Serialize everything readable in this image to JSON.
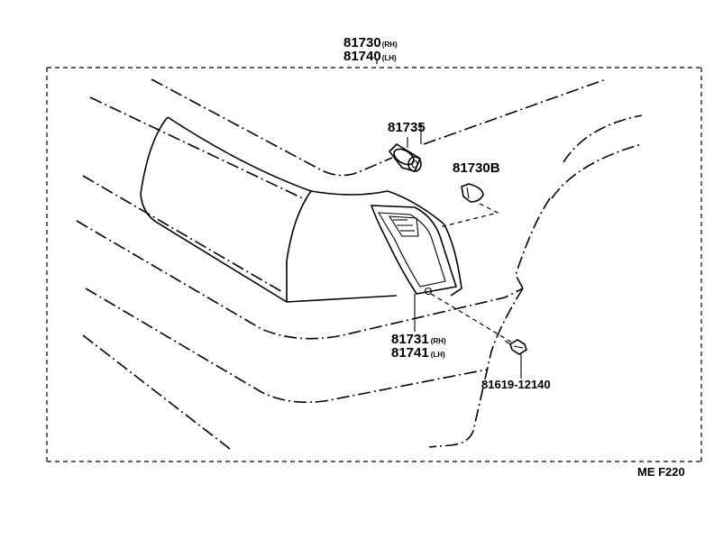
{
  "labels": {
    "assembly": {
      "code_rh": "81730",
      "tag_rh": "(RH)",
      "code_lh": "81740",
      "tag_lh": "(LH)"
    },
    "socket": "81735",
    "bulb": "81730B",
    "lens": {
      "code_rh": "81731",
      "tag_rh": "(RH)",
      "code_lh": "81741",
      "tag_lh": "(LH)"
    },
    "screw": "81619-12140",
    "figure_code": "ME F220"
  }
}
